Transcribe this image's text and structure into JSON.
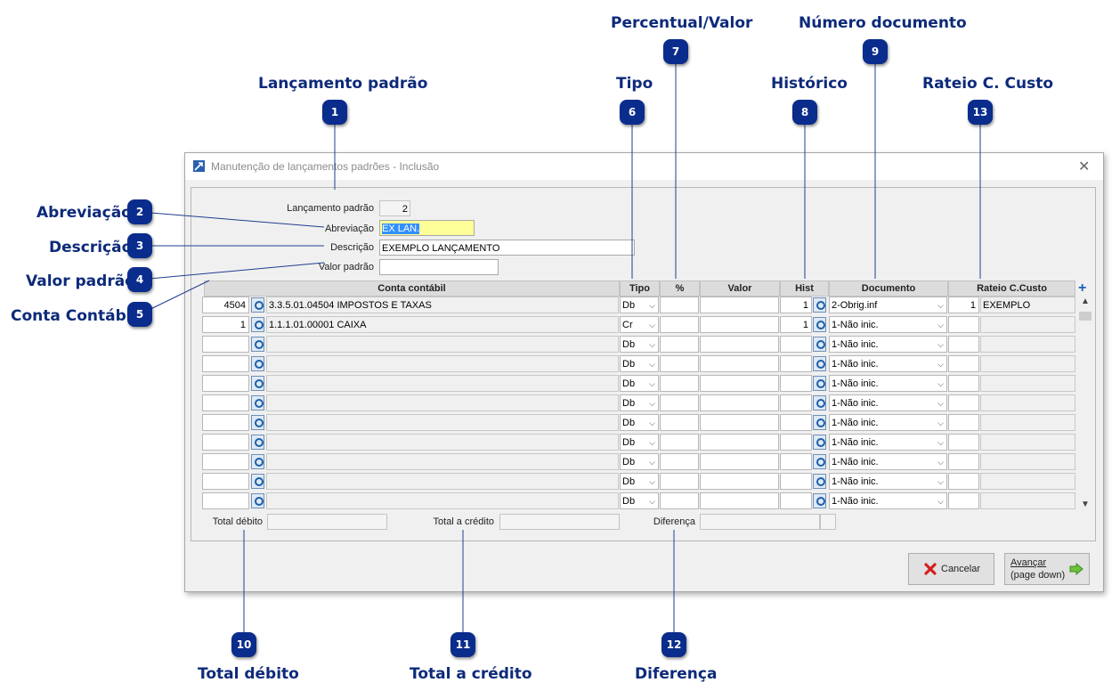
{
  "callouts": [
    {
      "n": "1",
      "label": "Lançamento padrão"
    },
    {
      "n": "2",
      "label": "Abreviação"
    },
    {
      "n": "3",
      "label": "Descrição"
    },
    {
      "n": "4",
      "label": "Valor padrão"
    },
    {
      "n": "5",
      "label": "Conta Contábil"
    },
    {
      "n": "6",
      "label": "Tipo"
    },
    {
      "n": "7",
      "label": "Percentual/Valor"
    },
    {
      "n": "8",
      "label": "Histórico"
    },
    {
      "n": "9",
      "label": "Número documento"
    },
    {
      "n": "10",
      "label": "Total débito"
    },
    {
      "n": "11",
      "label": "Total a crédito"
    },
    {
      "n": "12",
      "label": "Diferença"
    },
    {
      "n": "13",
      "label": "Rateio C. Custo"
    }
  ],
  "window": {
    "title": "Manutenção de lançamentos padrões - Inclusão",
    "close_glyph": "✕"
  },
  "form": {
    "lancamento_label": "Lançamento padrão",
    "lancamento_value": "2",
    "abreviacao_label": "Abreviação",
    "abreviacao_value": "EX LAN.",
    "descricao_label": "Descrição",
    "descricao_value": "EXEMPLO LANÇAMENTO",
    "valor_label": "Valor padrão",
    "valor_value": ""
  },
  "grid": {
    "headers": {
      "conta": "Conta contábil",
      "tipo": "Tipo",
      "perc": "%",
      "valor": "Valor",
      "hist": "Hist",
      "documento": "Documento",
      "rateio": "Rateio C.Custo"
    },
    "add_glyph": "+",
    "rows": [
      {
        "code": "4504",
        "desc": "3.3.5.01.04504 IMPOSTOS E TAXAS",
        "tipo": "Db",
        "perc": "",
        "valor": "",
        "hist": "1",
        "doc": "2-Obrig.inf",
        "rat_code": "1",
        "rat_name": "EXEMPLO"
      },
      {
        "code": "1",
        "desc": "1.1.1.01.00001 CAIXA",
        "tipo": "Cr",
        "perc": "",
        "valor": "",
        "hist": "1",
        "doc": "1-Não inic.",
        "rat_code": "",
        "rat_name": ""
      },
      {
        "code": "",
        "desc": "",
        "tipo": "Db",
        "perc": "",
        "valor": "",
        "hist": "",
        "doc": "1-Não inic.",
        "rat_code": "",
        "rat_name": ""
      },
      {
        "code": "",
        "desc": "",
        "tipo": "Db",
        "perc": "",
        "valor": "",
        "hist": "",
        "doc": "1-Não inic.",
        "rat_code": "",
        "rat_name": ""
      },
      {
        "code": "",
        "desc": "",
        "tipo": "Db",
        "perc": "",
        "valor": "",
        "hist": "",
        "doc": "1-Não inic.",
        "rat_code": "",
        "rat_name": ""
      },
      {
        "code": "",
        "desc": "",
        "tipo": "Db",
        "perc": "",
        "valor": "",
        "hist": "",
        "doc": "1-Não inic.",
        "rat_code": "",
        "rat_name": ""
      },
      {
        "code": "",
        "desc": "",
        "tipo": "Db",
        "perc": "",
        "valor": "",
        "hist": "",
        "doc": "1-Não inic.",
        "rat_code": "",
        "rat_name": ""
      },
      {
        "code": "",
        "desc": "",
        "tipo": "Db",
        "perc": "",
        "valor": "",
        "hist": "",
        "doc": "1-Não inic.",
        "rat_code": "",
        "rat_name": ""
      },
      {
        "code": "",
        "desc": "",
        "tipo": "Db",
        "perc": "",
        "valor": "",
        "hist": "",
        "doc": "1-Não inic.",
        "rat_code": "",
        "rat_name": ""
      },
      {
        "code": "",
        "desc": "",
        "tipo": "Db",
        "perc": "",
        "valor": "",
        "hist": "",
        "doc": "1-Não inic.",
        "rat_code": "",
        "rat_name": ""
      },
      {
        "code": "",
        "desc": "",
        "tipo": "Db",
        "perc": "",
        "valor": "",
        "hist": "",
        "doc": "1-Não inic.",
        "rat_code": "",
        "rat_name": ""
      }
    ]
  },
  "totals": {
    "debito_label": "Total débito",
    "debito_value": "",
    "credito_label": "Total a crédito",
    "credito_value": "",
    "diferenca_label": "Diferença",
    "diferenca_value": ""
  },
  "buttons": {
    "cancel": "Cancelar",
    "next_line1": "Avançar",
    "next_line2": "(page down)"
  },
  "colors": {
    "callout_badge": "#0a2c8c",
    "callout_text": "#0d2a7a",
    "selection": "#3390ff",
    "abreviacao_bg": "#ffff99"
  }
}
